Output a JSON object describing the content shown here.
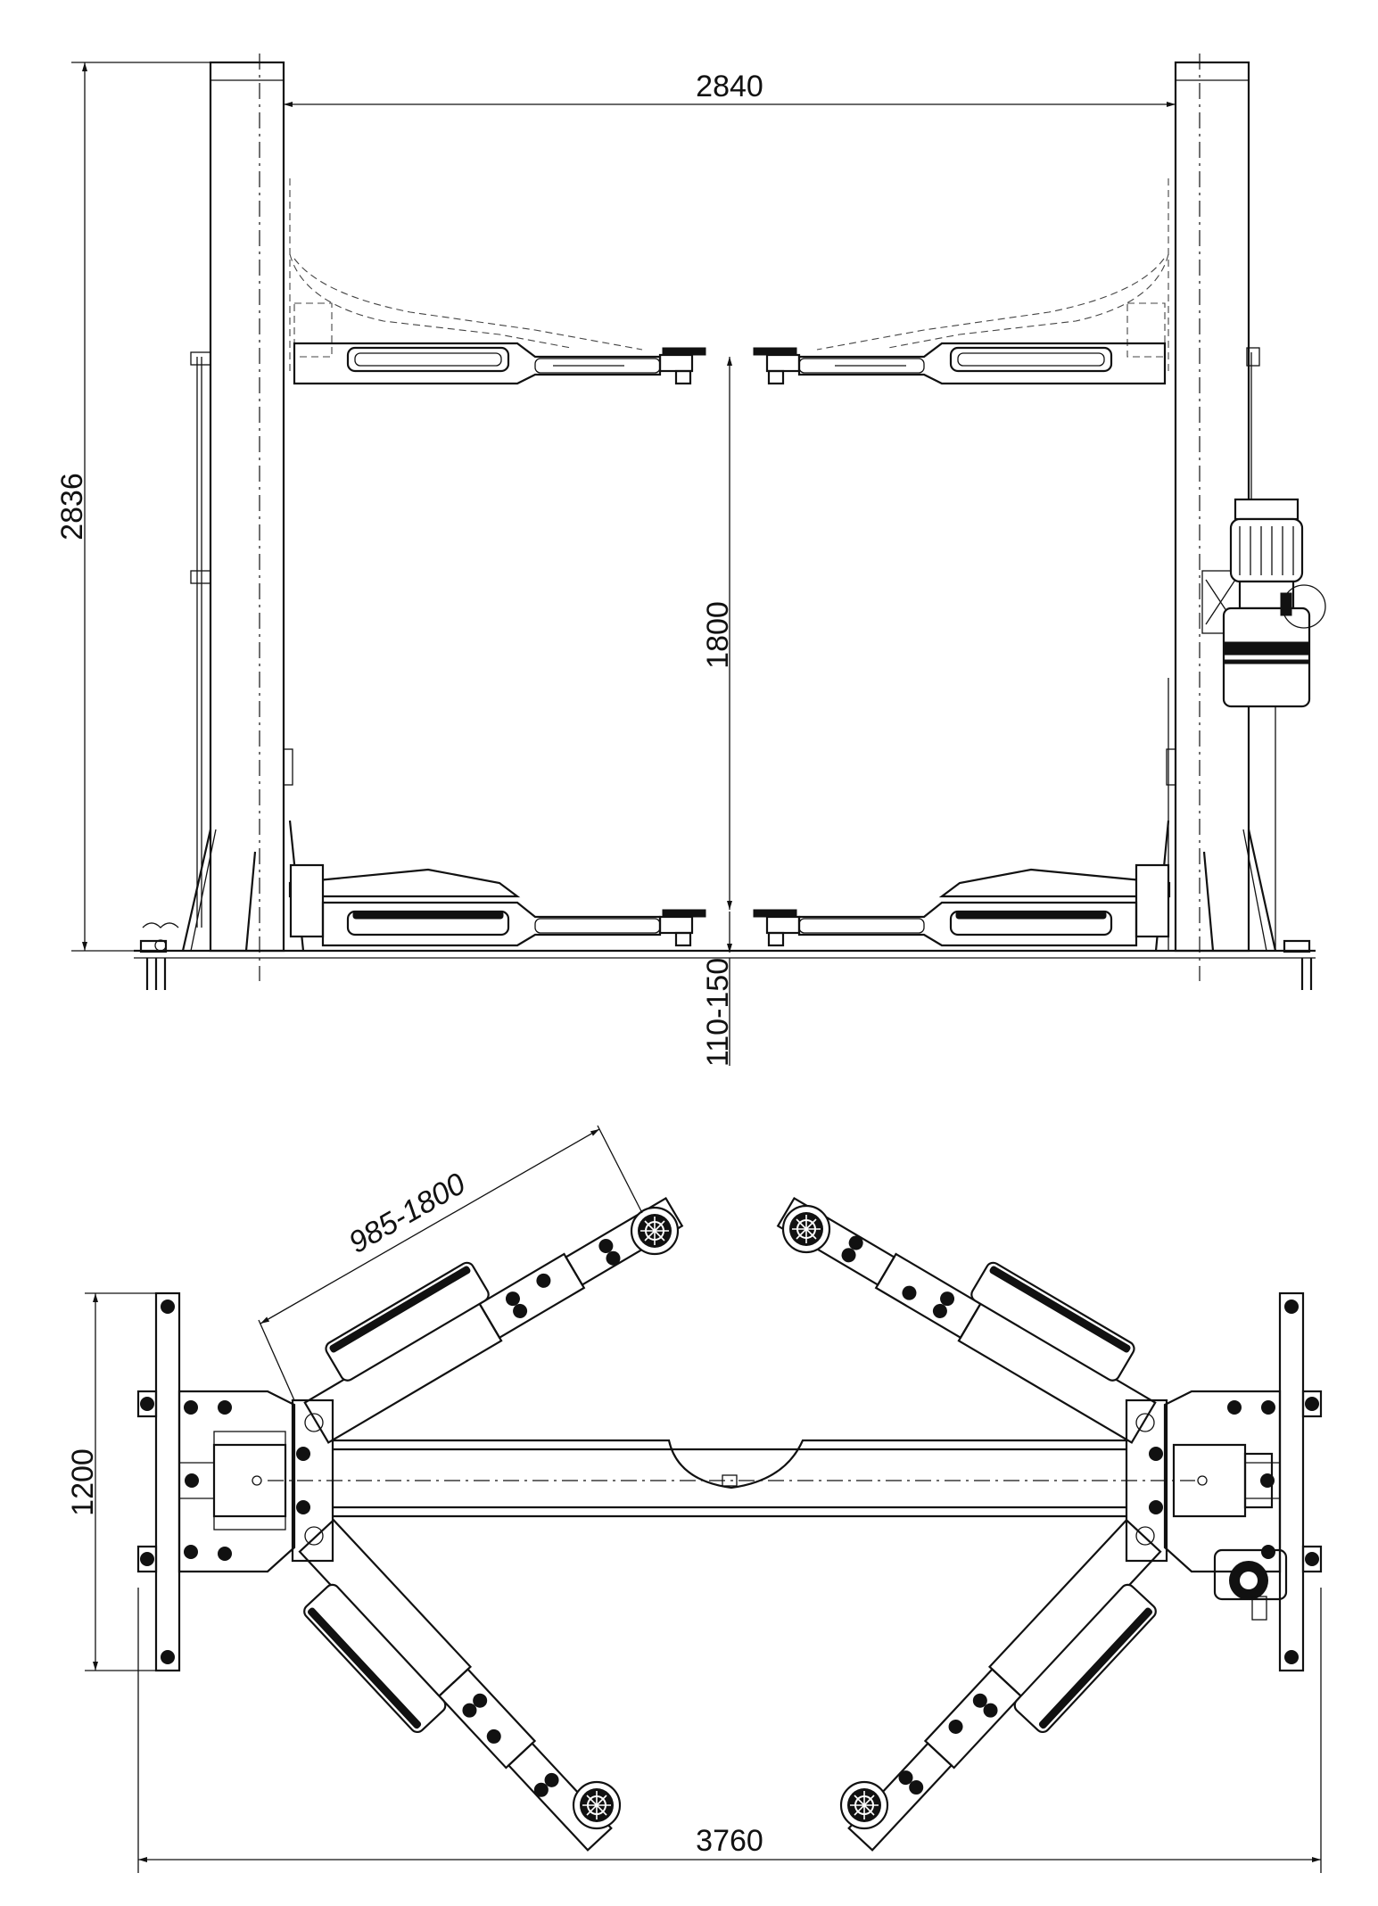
{
  "front_view": {
    "dim_overall_height": "2836",
    "dim_clear_width": "2840",
    "dim_max_lift": "1800",
    "dim_min_pad_height": "110-150"
  },
  "top_view": {
    "dim_arm_reach": "985-1800",
    "dim_base_depth": "1200",
    "dim_overall_width": "3760"
  }
}
